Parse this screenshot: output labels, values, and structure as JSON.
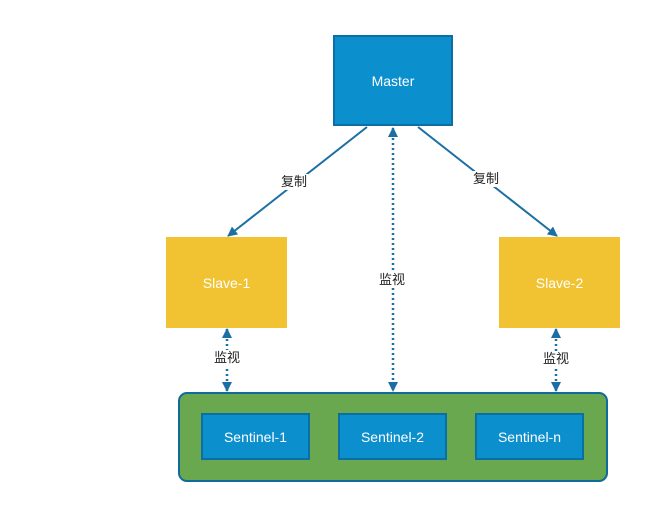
{
  "nodes": {
    "master": "Master",
    "slave1": "Slave-1",
    "slave2": "Slave-2",
    "sentinel1": "Sentinel-1",
    "sentinel2": "Sentinel-2",
    "sentinelN": "Sentinel-n"
  },
  "edges": {
    "replicate_left": "复制",
    "replicate_right": "复制",
    "monitor_master": "监视",
    "monitor_slave1": "监视",
    "monitor_slave2": "监视"
  },
  "colors": {
    "master": "#0b8fcd",
    "slave": "#f1c232",
    "group": "#6aa84f",
    "edge": "#1c6fa5"
  }
}
